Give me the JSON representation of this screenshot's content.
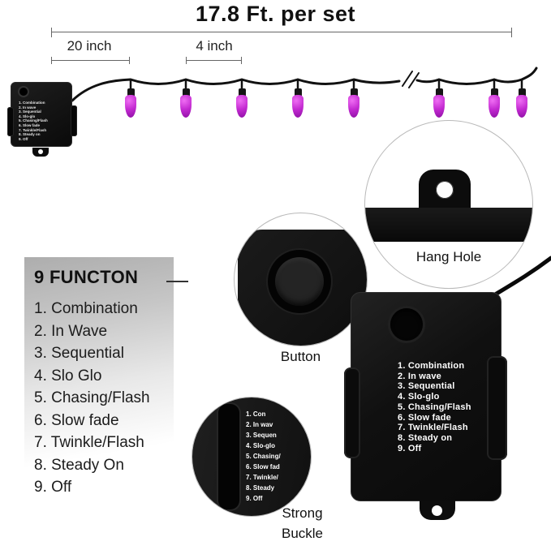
{
  "header": {
    "total_length": "17.8 Ft. per set",
    "box_to_first_bulb": "20 inch",
    "bulb_spacing": "4 inch"
  },
  "functions_panel": {
    "title": "9 FUNCTON",
    "items": [
      "1. Combination",
      "2. In Wave",
      "3. Sequential",
      "4. Slo Glo",
      "5. Chasing/Flash",
      "6. Slow fade",
      "7. Twinkle/Flash",
      "8. Steady On",
      "9. Off"
    ]
  },
  "callouts": {
    "hang_hole": "Hang Hole",
    "button": "Button",
    "strong_buckle_line1": "Strong",
    "strong_buckle_line2": "Buckle"
  },
  "controller_label": {
    "items": [
      "1. Combination",
      "2. In wave",
      "3. Sequential",
      "4. Slo-glo",
      "5. Chasing/Flash",
      "6. Slow fade",
      "7. Twinkle/Flash",
      "8. Steady on",
      "9. Off"
    ]
  },
  "buckle_zoom": {
    "items": [
      "1. Con",
      "2. In wav",
      "3. Sequen",
      "4. Slo-glo",
      "5. Chasing/",
      "6. Slow fad",
      "7. Twinkle/",
      "8. Steady",
      "9. Off"
    ]
  },
  "colors": {
    "bulb": "#c32ad1",
    "wire": "#111111",
    "panel_gray": "#adadad"
  }
}
